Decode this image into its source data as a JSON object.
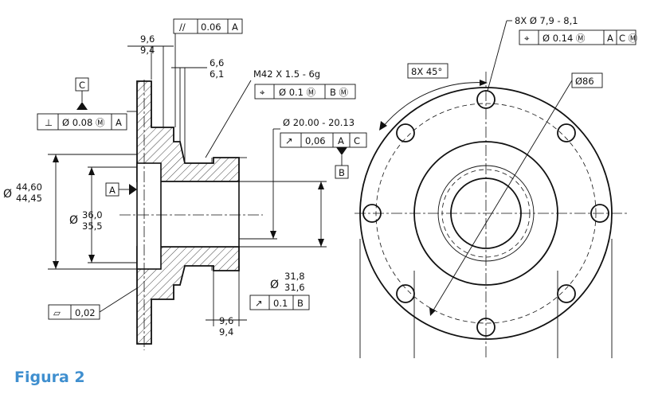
{
  "caption": "Figura 2",
  "side_view": {
    "parallelism_frame": [
      "//",
      "0.06",
      "A"
    ],
    "dim_flange_thickness": [
      "9,6",
      "9,4"
    ],
    "dim_neck_width": [
      "6,6",
      "6,1"
    ],
    "thread_note": "M42 X 1.5 - 6g",
    "thread_position_frame": [
      "⌖",
      "Ø 0.1 Ⓜ",
      "B Ⓜ"
    ],
    "datum_c": "C",
    "perpendicularity_frame": [
      "⊥",
      "Ø 0.08 Ⓜ",
      "A"
    ],
    "datum_a": "A",
    "dim_flange_diameter": [
      "Ø",
      "44,60",
      "44,45"
    ],
    "dim_bore_diameter": [
      "Ø",
      "36,0",
      "35,5"
    ],
    "dim_bore2": "Ø 20.00 - 20.13",
    "circular_runout_frame": [
      "↗",
      "0,06",
      "A",
      "C"
    ],
    "datum_b": "B",
    "dim_hub_diameter": [
      "Ø",
      "31,8",
      "31,6"
    ],
    "total_runout_frame": [
      "↗",
      "0.1",
      "B"
    ],
    "flatness_frame": [
      "▱",
      "0,02"
    ],
    "dim_bottom_width": [
      "9,6",
      "9,4"
    ]
  },
  "front_view": {
    "holes_note": "8X  Ø 7,9 - 8,1",
    "holes_position_frame": [
      "⌖",
      "Ø 0.14 Ⓜ",
      "A",
      "C Ⓜ"
    ],
    "angle_note": "8X  45°",
    "bolt_circle": "Ø86"
  }
}
